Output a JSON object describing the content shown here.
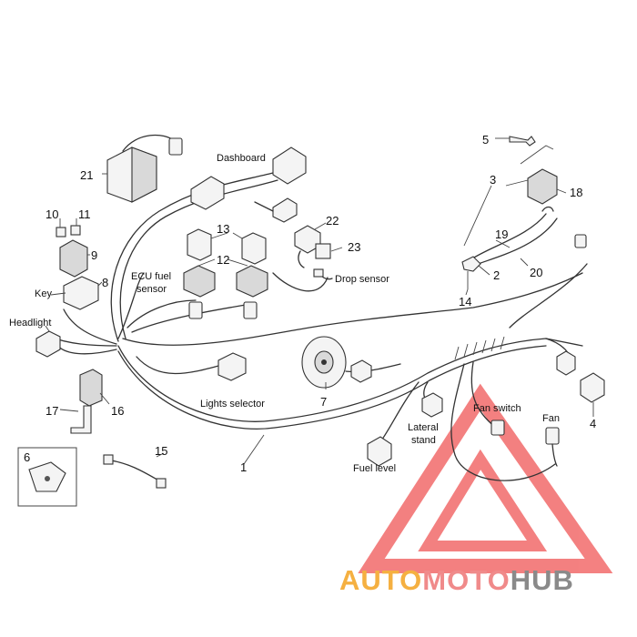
{
  "callouts": {
    "c1": "1",
    "c2": "2",
    "c3": "3",
    "c4": "4",
    "c5": "5",
    "c6": "6",
    "c7": "7",
    "c8": "8",
    "c9": "9",
    "c10": "10",
    "c11": "11",
    "c12": "12",
    "c13": "13",
    "c14": "14",
    "c15": "15",
    "c16": "16",
    "c17": "17",
    "c18": "18",
    "c19": "19",
    "c20": "20",
    "c21": "21",
    "c22": "22",
    "c23": "23"
  },
  "labels": {
    "dashboard": "Dashboard",
    "ecu_line1": "ECU fuel",
    "ecu_line2": "sensor",
    "key": "Key",
    "headlight": "Headlight",
    "drop_sensor": "Drop sensor",
    "lights_selector": "Lights selector",
    "lateral_line1": "Lateral",
    "lateral_line2": "stand",
    "fuel_level": "Fuel level",
    "fan_switch": "Fan switch",
    "fan": "Fan"
  },
  "watermark": {
    "part1": "AUTO",
    "part2": "MOTO",
    "part3": "HUB",
    "colors": {
      "triangle": "#f26b6b",
      "auto": "#f5b041",
      "moto": "#f08a8a",
      "hub": "#8a8a8a"
    }
  }
}
